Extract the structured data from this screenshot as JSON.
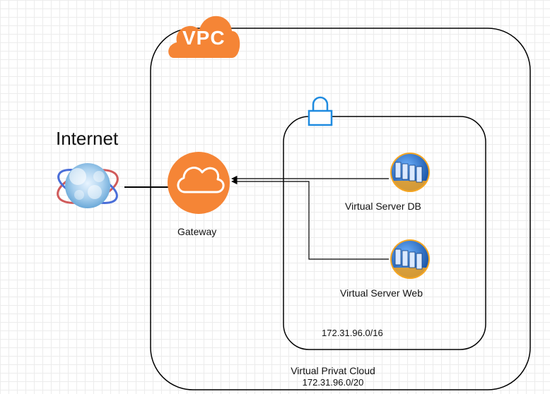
{
  "labels": {
    "vpc_badge": "VPC",
    "internet": "Internet",
    "gateway": "Gateway",
    "server_db": "Virtual Server DB",
    "server_web": "Virtual Server Web",
    "subnet_cidr": "172.31.96.0/16",
    "vpc_name": "Virtual Privat Cloud",
    "vpc_cidr": "172.31.96.0/20"
  },
  "icons": {
    "internet": "internet-globe-icon",
    "gateway": "cloud-gateway-icon",
    "lock": "lock-icon",
    "server": "virtual-server-icon"
  },
  "colors": {
    "aws_orange": "#f58536",
    "lock_blue": "#1f8be0",
    "server_blue": "#1e5fb3",
    "server_orange": "#f5a623",
    "line": "#000000"
  }
}
